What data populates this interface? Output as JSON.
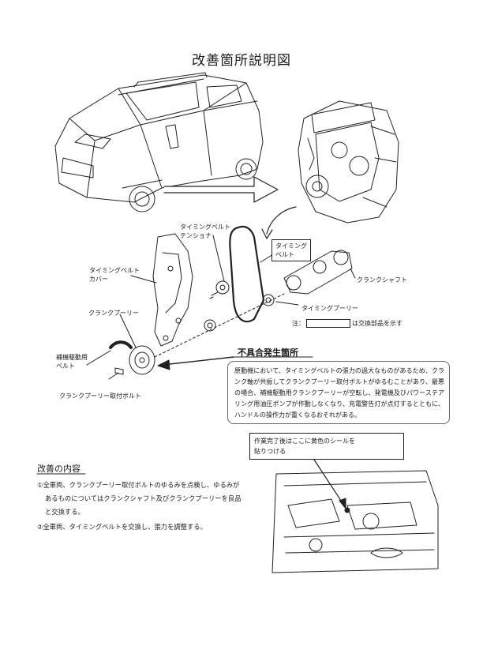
{
  "title": "改善箇所説明図",
  "labels": {
    "tensioner": [
      "タイミングベルト",
      "テンショナ"
    ],
    "timing_belt": [
      "タイミング",
      "ベルト"
    ],
    "cover": [
      "タイミングベルト",
      "カバー"
    ],
    "crankshaft": "クランクシャフト",
    "crank_pulley": "クランクプーリー",
    "timing_pulley": "タイミングプーリー",
    "aux_belt": [
      "補機駆動用",
      "ベルト"
    ],
    "crank_bolt": "クランクプーリー取付ボルト"
  },
  "note": {
    "prefix": "注：",
    "suffix": "は交換部品を示す"
  },
  "defect": {
    "heading": "不具合発生箇所",
    "text": "原動機において、タイミングベルトの張力の過大なものがあるため、クランク軸が共振してクランクプーリー取付ボルトがゆるむことがあり、最悪の場合、補機駆動用クランクプーリーが空転し、発電機及びパワーステアリング用油圧ポンプが作動しなくなり、充電警告灯が点灯するとともに、ハンドルの操作力が重くなるおそれがある。"
  },
  "improvement": {
    "heading": "改善の内容",
    "items": [
      [
        "①全車両、クランクプーリー取付ボルトのゆるみを点検し、ゆるみが",
        "あるものについてはクランクシャフト及びクランクプーリーを良品",
        "と交換する。"
      ],
      [
        "②全車両、タイミングベルトを交換し、張力を調整する。"
      ]
    ]
  },
  "sticker": [
    "作業完了後はここに黄色のシールを",
    "貼りつける"
  ]
}
